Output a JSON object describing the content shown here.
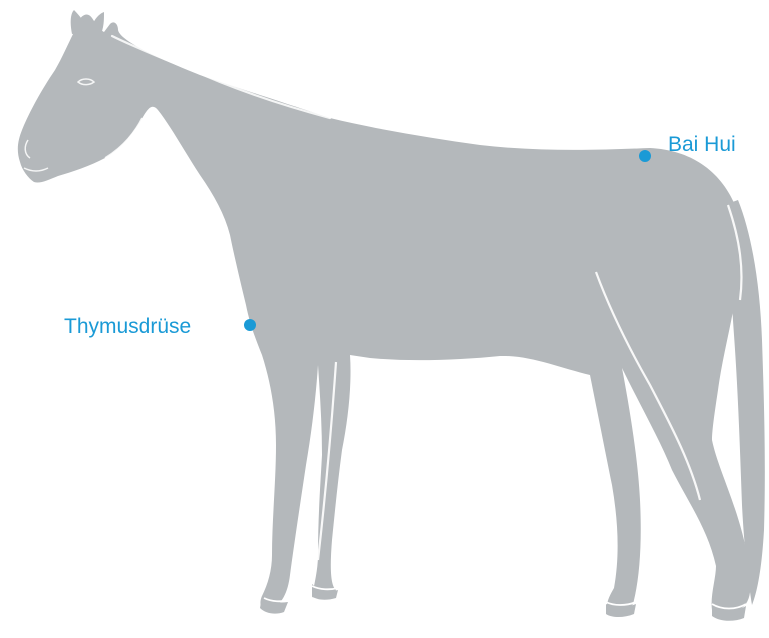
{
  "colors": {
    "body": "#b4b8bb",
    "outline": "#ffffff",
    "accent": "#1a9ad6",
    "background": "#ffffff"
  },
  "points": [
    {
      "id": "bai-hui",
      "label": "Bai Hui"
    },
    {
      "id": "thymus",
      "label": "Thymusdrüse"
    }
  ]
}
